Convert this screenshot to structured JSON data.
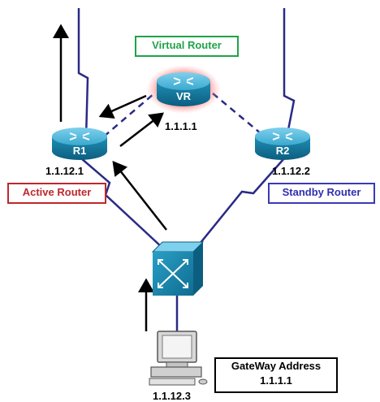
{
  "labels": {
    "virtual_router": "Virtual Router",
    "active_router": "Active Router",
    "standby_router": "Standby Router"
  },
  "nodes": {
    "r1": {
      "text": "R1",
      "ip": "1.1.12.1"
    },
    "r2": {
      "text": "R2",
      "ip": "1.1.12.2"
    },
    "vr": {
      "text": "VR",
      "ip": "1.1.1.1"
    },
    "host": {
      "ip": "1.1.12.3"
    }
  },
  "gateway": {
    "line1": "GateWay Address",
    "line2": "1.1.1.1"
  },
  "colors": {
    "router_body": "#1b8fb4",
    "link": "#2a2a86",
    "switch_body": "#1e8bb0",
    "vr_glow": "#ff5a5a",
    "virtual_label": "#1fa34a",
    "active_label": "#c0272d",
    "standby_label": "#2f2fb0"
  },
  "icons": [
    "router-icon",
    "switch-icon",
    "computer-icon",
    "arrow-icon"
  ]
}
